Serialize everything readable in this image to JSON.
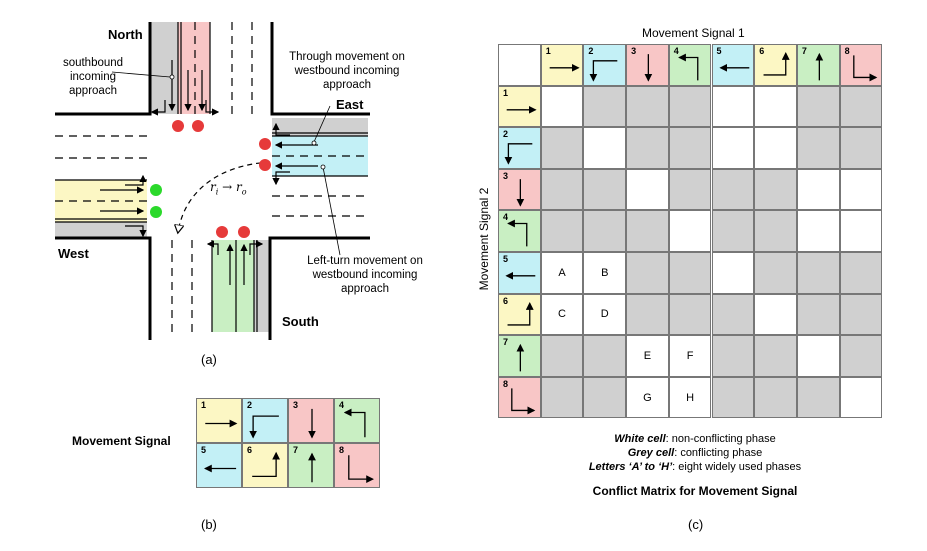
{
  "colors": {
    "yellow": "#fcf7c4",
    "cyan": "#c3f0f6",
    "red": "#f8c6c6",
    "green": "#c9efc3",
    "grey": "#d0d0d0",
    "light_red": "#e63a3a",
    "light_green": "#2bd92b"
  },
  "panel_a": {
    "north": "North",
    "east": "East",
    "west": "West",
    "south": "South",
    "southbound_note": "southbound\nincoming\napproach",
    "through_note": "Through movement on\nwestbound incoming\napproach",
    "leftturn_note": "Left-turn movement on\nwestbound incoming\napproach",
    "ri": "r",
    "ri_sub": "i",
    "ro": "r",
    "ro_sub": "o",
    "arrow_sym": "→",
    "caption": "(a)"
  },
  "panel_b": {
    "label": "Movement Signal",
    "caption": "(b)",
    "signals": [
      {
        "num": "1",
        "color": "yellow",
        "arrow": "right"
      },
      {
        "num": "2",
        "color": "cyan",
        "arrow": "down-left"
      },
      {
        "num": "3",
        "color": "red",
        "arrow": "down"
      },
      {
        "num": "4",
        "color": "green",
        "arrow": "up-left"
      },
      {
        "num": "5",
        "color": "cyan",
        "arrow": "left"
      },
      {
        "num": "6",
        "color": "yellow",
        "arrow": "right-up"
      },
      {
        "num": "7",
        "color": "green",
        "arrow": "up"
      },
      {
        "num": "8",
        "color": "red",
        "arrow": "down-right"
      }
    ]
  },
  "panel_c": {
    "col_title": "Movement Signal 1",
    "row_title": "Movement Signal 2",
    "matrix": [
      "WGGGWWGG",
      "GWGGWWGG",
      "GGWGGGWW",
      "GGGWGGWW",
      "WWGGWGGG",
      "WWGGGWGG",
      "GGWWGGWG",
      "GGWWGGGW"
    ],
    "letters": [
      {
        "row": 4,
        "col": 0,
        "text": "A"
      },
      {
        "row": 4,
        "col": 1,
        "text": "B"
      },
      {
        "row": 5,
        "col": 0,
        "text": "C"
      },
      {
        "row": 5,
        "col": 1,
        "text": "D"
      },
      {
        "row": 6,
        "col": 2,
        "text": "E"
      },
      {
        "row": 6,
        "col": 3,
        "text": "F"
      },
      {
        "row": 7,
        "col": 2,
        "text": "G"
      },
      {
        "row": 7,
        "col": 3,
        "text": "H"
      }
    ],
    "legend_white_key": "White cell",
    "legend_white_val": ": non-conflicting phase",
    "legend_grey_key": "Grey cell",
    "legend_grey_val": ": conflicting phase",
    "legend_letters_key": "Letters ‘A’ to ‘H’",
    "legend_letters_val": ": eight widely used phases",
    "title": "Conflict Matrix for Movement Signal",
    "caption": "(c)"
  }
}
